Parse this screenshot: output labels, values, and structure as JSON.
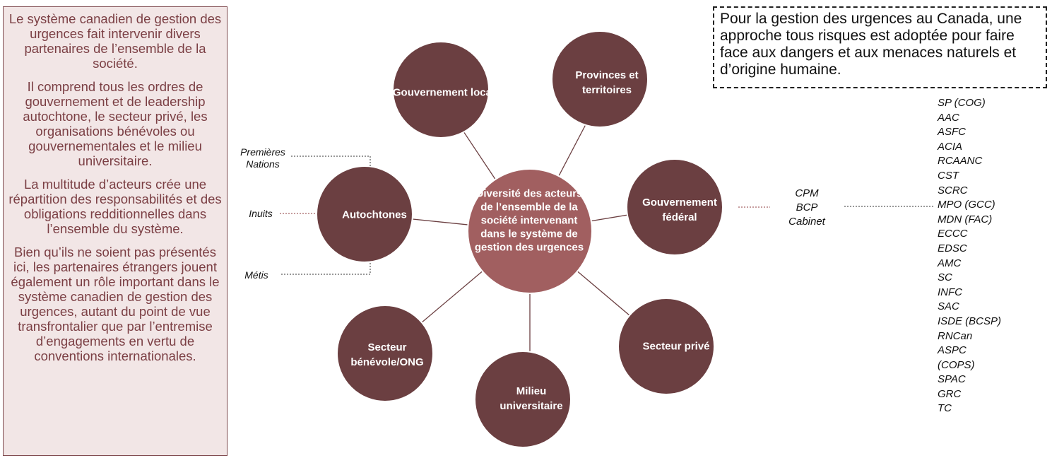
{
  "left_panel": {
    "paragraphs": [
      "Le système canadien de gestion des urgences fait intervenir divers partenaires de l’ensemble de la société.",
      "Il comprend tous les ordres de gouvernement et de leadership autochtone, le secteur privé, les organisations bénévoles ou gouvernementales et le milieu universitaire.",
      "La multitude d’acteurs crée une répartition des responsabilités et des obligations redditionnelles dans l’ensemble du système.",
      "Bien qu’ils ne soient pas présentés ici, les partenaires étrangers jouent également un rôle important dans le système canadien de gestion des urgences, autant du point de vue transfrontalier que par l’entremise d’engagements en vertu de conventions internationales."
    ]
  },
  "note": "Pour la gestion des urgences au Canada, une approche tous risques est adoptée pour faire face aux dangers et aux menaces naturels et d’origine humaine.",
  "center": "Diversité des acteurs de l’ensemble de la société intervenant dans le système de gestion des urgences",
  "nodes": {
    "gouvernement_local": "Gouvernement local",
    "provinces": "Provinces et territoires",
    "federal": "Gouvernement fédéral",
    "prive": "Secteur privé",
    "universitaire": "Milieu universitaire",
    "benevole": "Secteur bénévole/ONG",
    "autochtones": "Autochtones"
  },
  "indigenous_groups": {
    "premieres_nations": "Premières Nations",
    "inuits": "Inuits",
    "metis": "Métis"
  },
  "central_agencies": [
    "CPM",
    "BCP",
    "Cabinet"
  ],
  "departments": [
    "SP (COG)",
    "AAC",
    "ASFC",
    "ACIA",
    "RCAANC",
    "CST",
    "SCRC",
    "MPO (GCC)",
    "MDN (FAC)",
    "ECCC",
    "EDSC",
    "AMC",
    "SC",
    "INFC",
    "SAC",
    "ISDE (BCSP)",
    "RNCan",
    "ASPC",
    "(COPS)",
    "SPAC",
    "GRC",
    "TC"
  ],
  "colors": {
    "node_fill": "#6b3f41",
    "center_fill": "#a15f60",
    "panel_bg": "#f2e6e6",
    "panel_text": "#7b3f44"
  }
}
